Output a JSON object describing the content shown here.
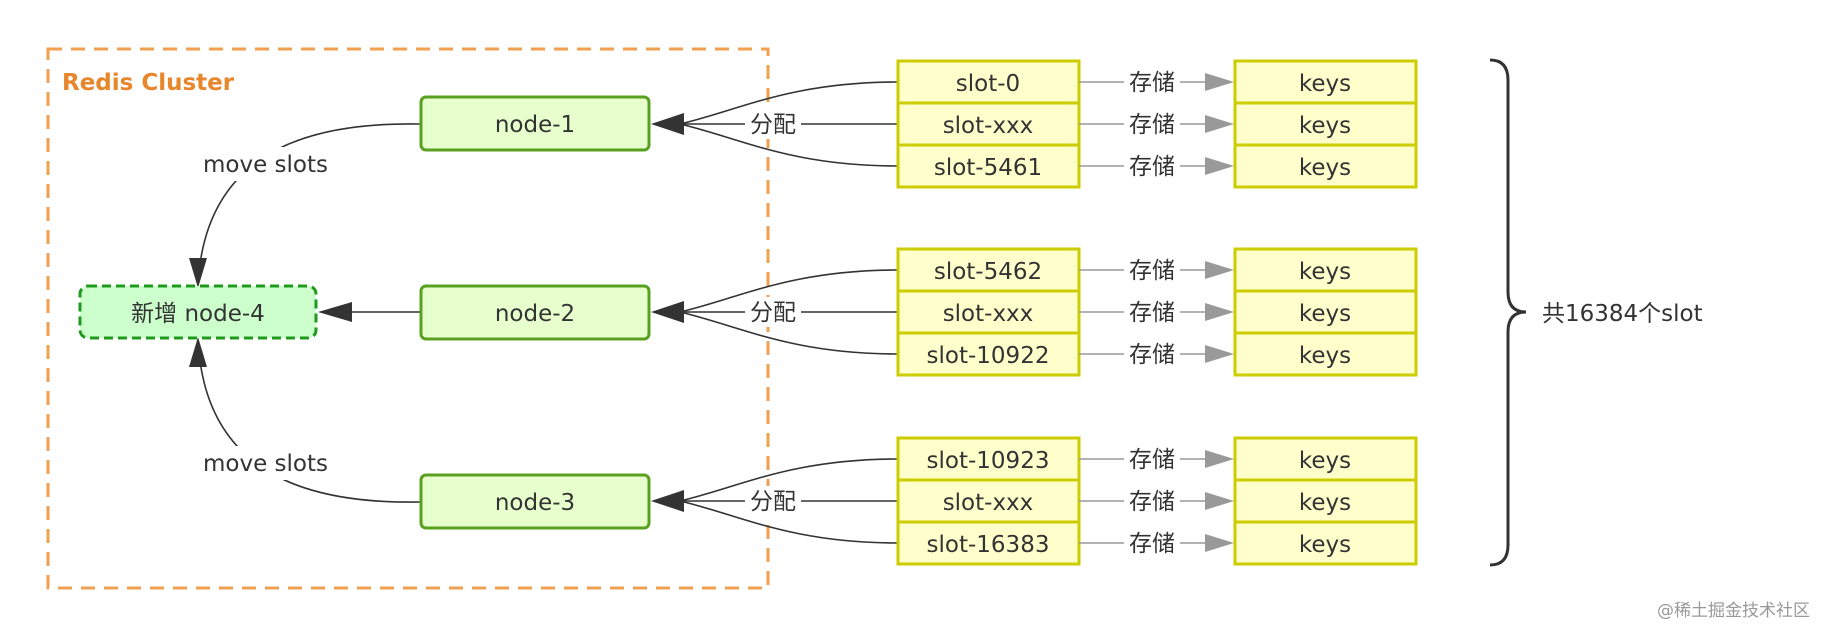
{
  "cluster": {
    "title": "Redis Cluster"
  },
  "nodes": [
    {
      "label": "node-1"
    },
    {
      "label": "node-2"
    },
    {
      "label": "node-3"
    }
  ],
  "new_node": {
    "label": "新增 node-4"
  },
  "move_labels": [
    "move slots",
    "move slots"
  ],
  "assign_label": "分配",
  "store_label": "存储",
  "groups": [
    {
      "slots": [
        "slot-0",
        "slot-xxx",
        "slot-5461"
      ],
      "keys": [
        "keys",
        "keys",
        "keys"
      ]
    },
    {
      "slots": [
        "slot-5462",
        "slot-xxx",
        "slot-10922"
      ],
      "keys": [
        "keys",
        "keys",
        "keys"
      ]
    },
    {
      "slots": [
        "slot-10923",
        "slot-xxx",
        "slot-16383"
      ],
      "keys": [
        "keys",
        "keys",
        "keys"
      ]
    }
  ],
  "total_label": "共16384个slot",
  "watermark": "@稀土掘金技术社区",
  "colors": {
    "cluster_border": "#F0A050",
    "cluster_title": "#E8862C",
    "node_fill": "#E6FFCC",
    "node_stroke": "#5AA020",
    "new_node_fill": "#CCFFCC",
    "new_node_stroke": "#1F9A1F",
    "slot_fill": "#FFFFCC",
    "slot_stroke": "#CCCC00",
    "edge": "#333333",
    "store_arrow": "#999999"
  }
}
